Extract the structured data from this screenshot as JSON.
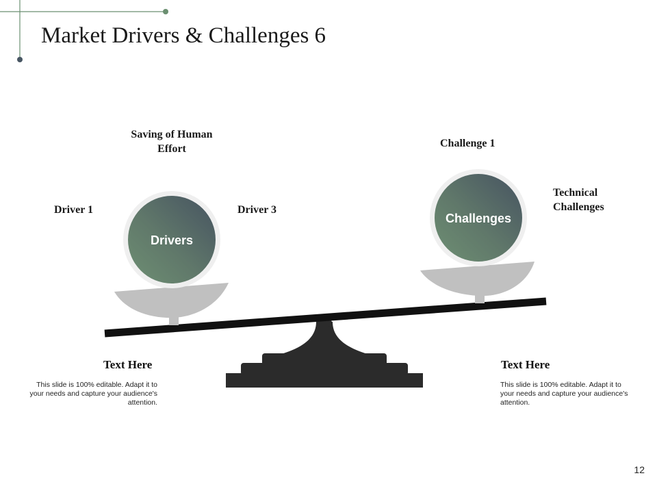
{
  "slide": {
    "title": "Market Drivers & Challenges 6",
    "page_number": "12"
  },
  "left": {
    "circle_label": "Drivers",
    "top_label": "Saving of Human Effort",
    "left_label": "Driver 1",
    "right_label": "Driver 3",
    "heading": "Text Here",
    "body": "This slide is 100% editable. Adapt it to your needs and capture your audience's attention."
  },
  "right": {
    "circle_label": "Challenges",
    "top_label": "Challenge 1",
    "side_label": "Technical Challenges",
    "heading": "Text Here",
    "body": "This slide is 100% editable. Adapt it to your needs and capture your audience's attention."
  },
  "colors": {
    "accent": "#6b8f71",
    "circle_dark": "#485663",
    "circle_green": "#6e8f73",
    "pan": "#c0c0c0",
    "beam": "#111111"
  }
}
